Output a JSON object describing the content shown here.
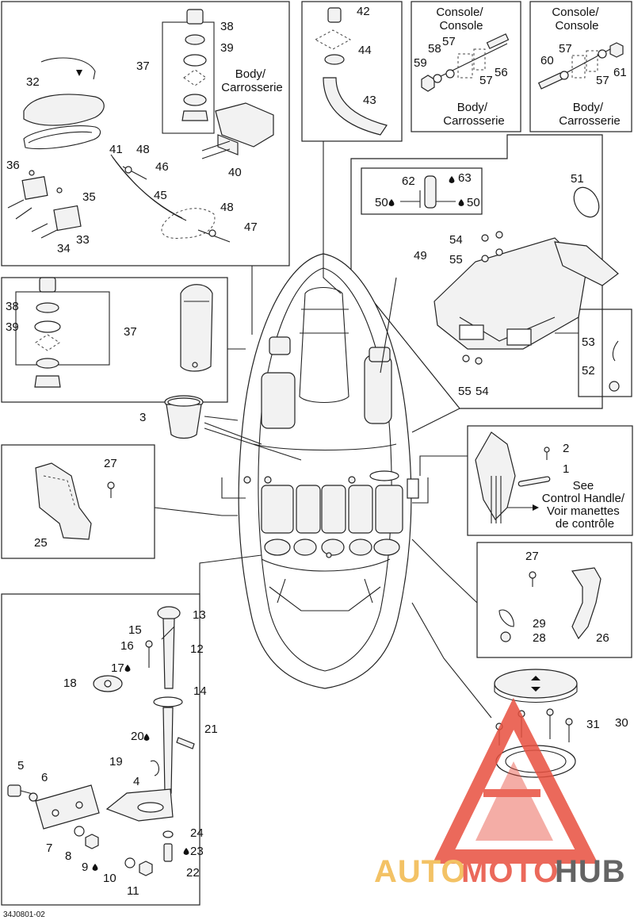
{
  "figure_code": "34J0801-02",
  "labels": {
    "l1": "1",
    "l2": "2",
    "l3": "3",
    "l4": "4",
    "l5": "5",
    "l6": "6",
    "l7": "7",
    "l8": "8",
    "l9": "9",
    "l10": "10",
    "l11": "11",
    "l12": "12",
    "l13": "13",
    "l14": "14",
    "l15": "15",
    "l16": "16",
    "l17": "17",
    "l18": "18",
    "l19": "19",
    "l20": "20",
    "l21": "21",
    "l22": "22",
    "l23": "23",
    "l24": "24",
    "l25": "25",
    "l26": "26",
    "l27a": "27",
    "l27b": "27",
    "l28": "28",
    "l29": "29",
    "l30": "30",
    "l31": "31",
    "l32": "32",
    "l33": "33",
    "l34": "34",
    "l35": "35",
    "l36": "36",
    "l37a": "37",
    "l37b": "37",
    "l38a": "38",
    "l38b": "38",
    "l39a": "39",
    "l39b": "39",
    "l40": "40",
    "l41": "41",
    "l42": "42",
    "l43": "43",
    "l44": "44",
    "l45": "45",
    "l46": "46",
    "l47": "47",
    "l48a": "48",
    "l48b": "48",
    "l49": "49",
    "l50a": "50",
    "l50b": "50",
    "l51": "51",
    "l52": "52",
    "l53": "53",
    "l54a": "54",
    "l54b": "54",
    "l55a": "55",
    "l55b": "55",
    "l56": "56",
    "l57a": "57",
    "l57b": "57",
    "l57c": "57",
    "l57d": "57",
    "l58": "58",
    "l59": "59",
    "l60": "60",
    "l61": "61",
    "l62": "62",
    "l63": "63"
  },
  "notes": {
    "body_carrosserie_top": [
      "Body/",
      "Carrosserie"
    ],
    "console_left": [
      "Console/",
      "Console"
    ],
    "body_left": [
      "Body/",
      "Carrosserie"
    ],
    "console_right": [
      "Console/",
      "Console"
    ],
    "body_right": [
      "Body/",
      "Carrosserie"
    ],
    "see_control": [
      "See",
      "Control Handle/",
      "Voir manettes",
      "de contrôle"
    ]
  },
  "watermark": {
    "text_a": "AUTO",
    "text_b": "MOTO",
    "text_c": "HUB",
    "color_a": "#f2b84b",
    "color_b": "#e8503f",
    "color_c": "#4a4a4a"
  }
}
